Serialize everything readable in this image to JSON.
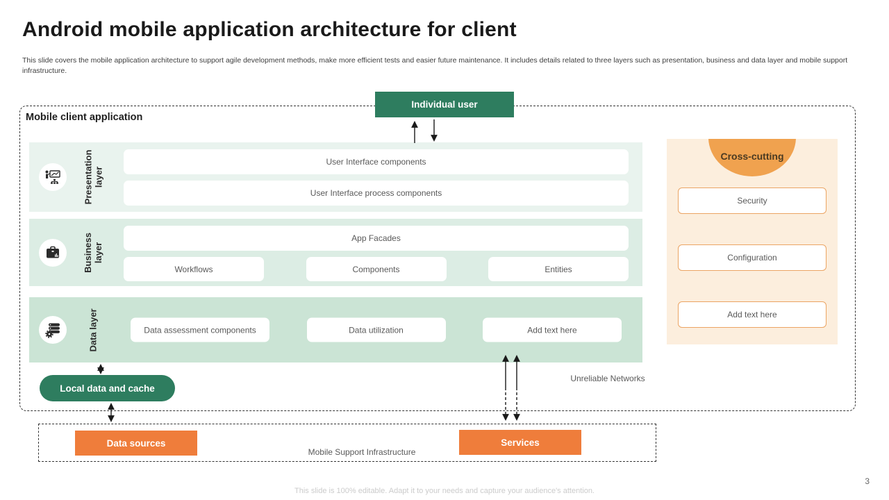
{
  "slide": {
    "title": "Android mobile application architecture for client",
    "subtitle": "This slide covers the mobile application architecture to support agile development methods, make more efficient tests and easier future maintenance. It includes details related to three layers such as presentation, business and data layer and mobile support infrastructure.",
    "footer": "This slide is 100% editable. Adapt it to your needs and capture your audience's attention.",
    "page_number": "3"
  },
  "diagram": {
    "individual_user": "Individual user",
    "container_label": "Mobile client application",
    "layers": [
      {
        "label": "Presentation layer",
        "icon": "presentation-board-icon",
        "boxes": [
          "User Interface components",
          "User Interface process components"
        ]
      },
      {
        "label": "Business layer",
        "icon": "briefcase-icon",
        "full_box": "App Facades",
        "boxes": [
          "Workflows",
          "Components",
          "Entities"
        ]
      },
      {
        "label": "Data layer",
        "icon": "database-gear-icon",
        "boxes": [
          "Data assessment components",
          "Data utilization",
          "Add text here"
        ]
      }
    ],
    "cross_cutting": {
      "title": "Cross-cutting",
      "items": [
        "Security",
        "Configuration",
        "Add text here"
      ]
    },
    "local_data_label": "Local data and cache",
    "unreliable_networks": "Unreliable Networks",
    "infrastructure": {
      "label": "Mobile Support Infrastructure",
      "data_sources": "Data sources",
      "services": "Services"
    }
  },
  "colors": {
    "green_accent": "#2E7D5F",
    "orange_accent": "#EF7D3B",
    "cross_circle_orange": "#F0A24F",
    "cross_panel_bg": "#FCEEDD",
    "presentation_band": "#E9F3EE",
    "business_band": "#DCEDE4",
    "data_band": "#CBE4D5"
  }
}
